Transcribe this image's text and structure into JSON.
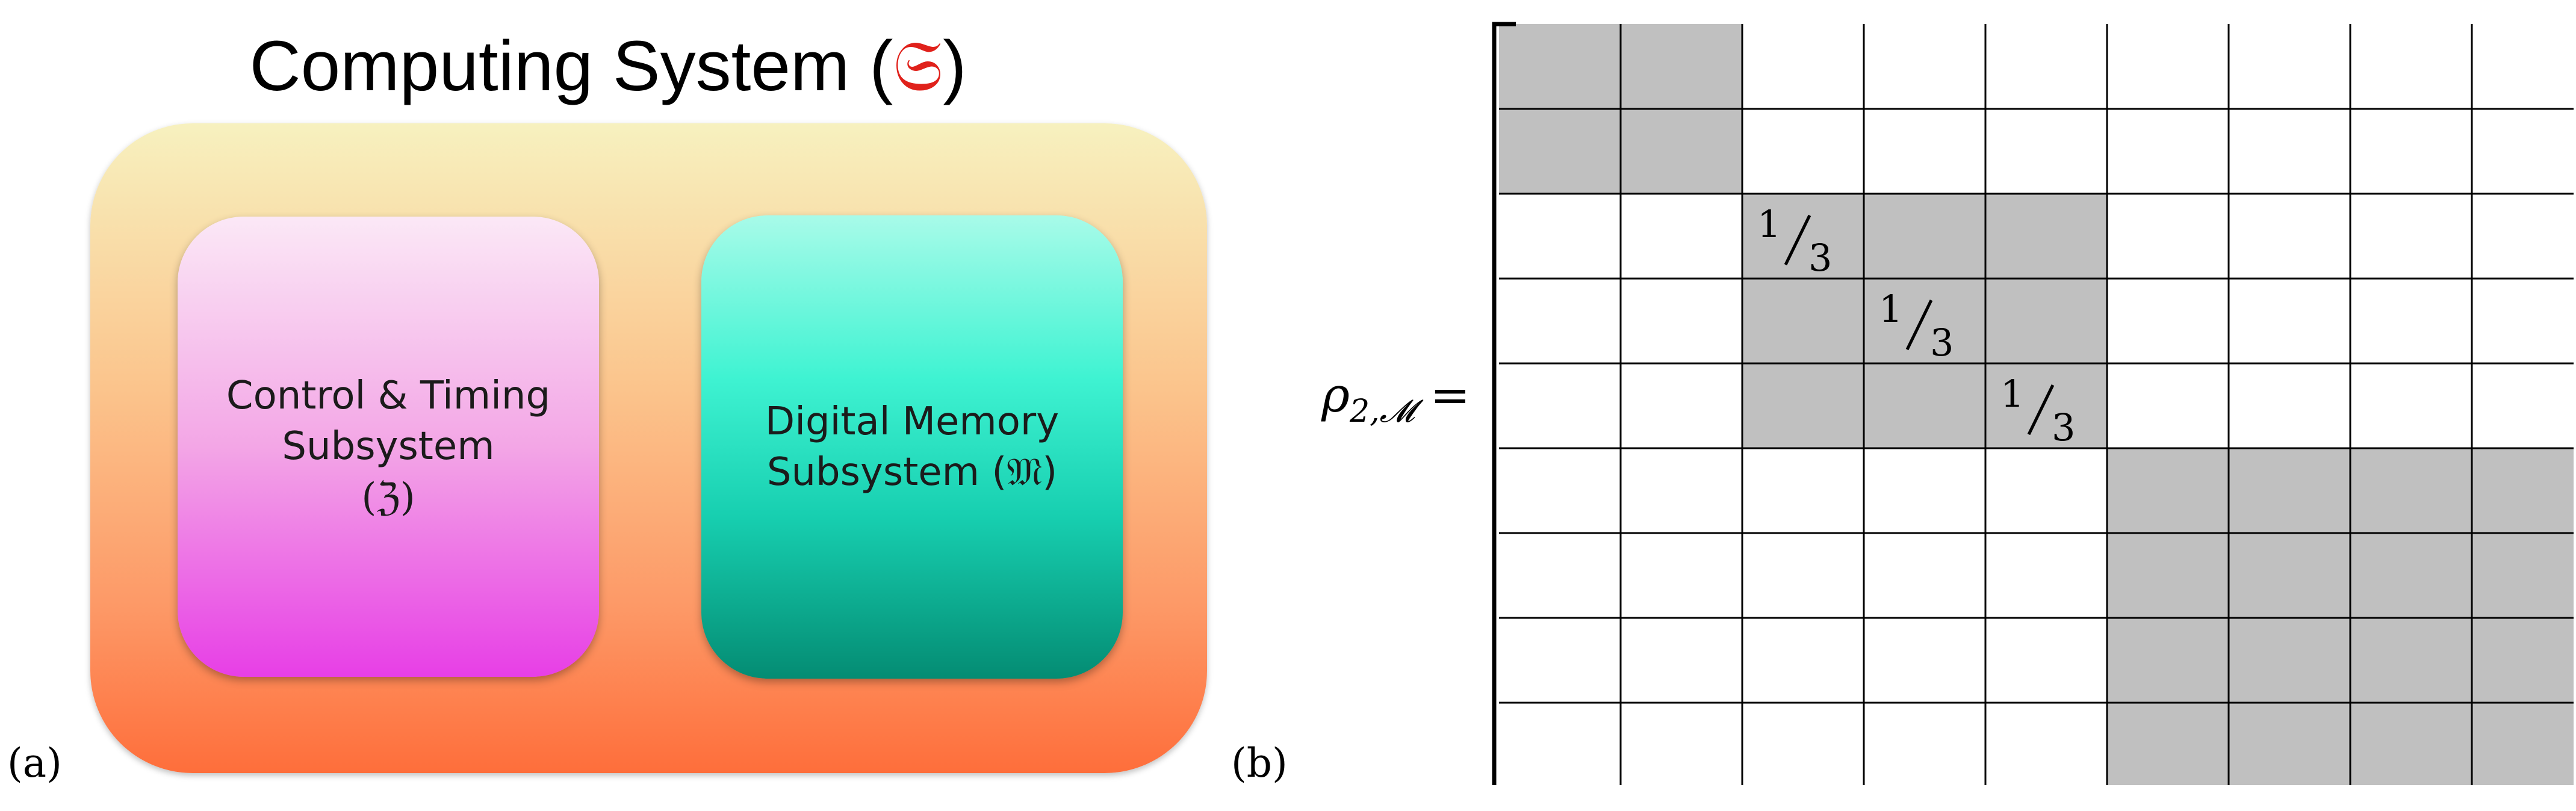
{
  "panel_a": {
    "label": "(a)",
    "title": "Computing System (",
    "title_symbol": "𝔖",
    "title_close": ")",
    "control_box": {
      "line1": "Control & Timing",
      "line2": "Subsystem",
      "line3": "(ℨ)"
    },
    "memory_box": {
      "line1": "Digital Memory",
      "line2": "Subsystem (𝔐)"
    }
  },
  "panel_b": {
    "label": "(b)",
    "lhs_symbol": "ρ",
    "lhs_subscript": "2,𝓜",
    "equals": "=",
    "matrix": {
      "columns": 9,
      "rows": 9,
      "shaded_blocks": [
        {
          "rows": [
            0,
            1
          ],
          "cols": [
            0,
            1
          ]
        },
        {
          "rows": [
            2,
            4
          ],
          "cols": [
            2,
            4
          ]
        },
        {
          "rows": [
            5,
            8
          ],
          "cols": [
            5,
            8
          ]
        }
      ],
      "entries": [
        {
          "row": 2,
          "col": 2,
          "numerator": "1",
          "denominator": "3"
        },
        {
          "row": 3,
          "col": 3,
          "numerator": "1",
          "denominator": "3"
        },
        {
          "row": 4,
          "col": 4,
          "numerator": "1",
          "denominator": "3"
        }
      ],
      "shade_color": "#c0c0c0",
      "line_color": "#000000"
    }
  }
}
